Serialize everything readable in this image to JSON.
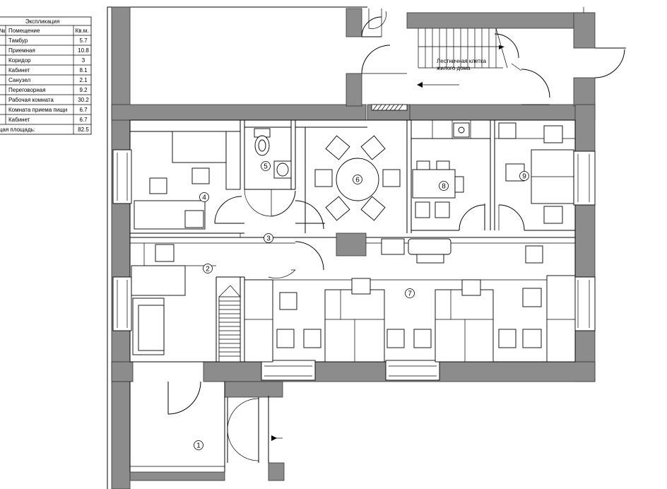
{
  "explication": {
    "title": "Экспликация",
    "headers": [
      "№",
      "Помещение",
      "Кв.м."
    ],
    "rows": [
      {
        "name": "Тамбур",
        "area": "5.7"
      },
      {
        "name": "Приемная",
        "area": "10.8"
      },
      {
        "name": "Коридор",
        "area": "3"
      },
      {
        "name": "Кабинет",
        "area": "8.1"
      },
      {
        "name": "Санузел",
        "area": "2.1"
      },
      {
        "name": "Переговорная",
        "area": "9.2"
      },
      {
        "name": "Рабочая комната",
        "area": "30.2"
      },
      {
        "name": "Комната приема пищи",
        "area": "6.7"
      },
      {
        "name": "Кабинет",
        "area": "6.7"
      }
    ],
    "total_label": "Общая площадь:",
    "total_value": "82.5"
  },
  "stairwell_label": [
    "Лестничная клетка",
    "жилого дома"
  ],
  "rooms": [
    {
      "label": "1"
    },
    {
      "label": "2"
    },
    {
      "label": "3"
    },
    {
      "label": "4"
    },
    {
      "label": "5"
    },
    {
      "label": "6"
    },
    {
      "label": "7"
    },
    {
      "label": "8"
    },
    {
      "label": "9"
    }
  ]
}
